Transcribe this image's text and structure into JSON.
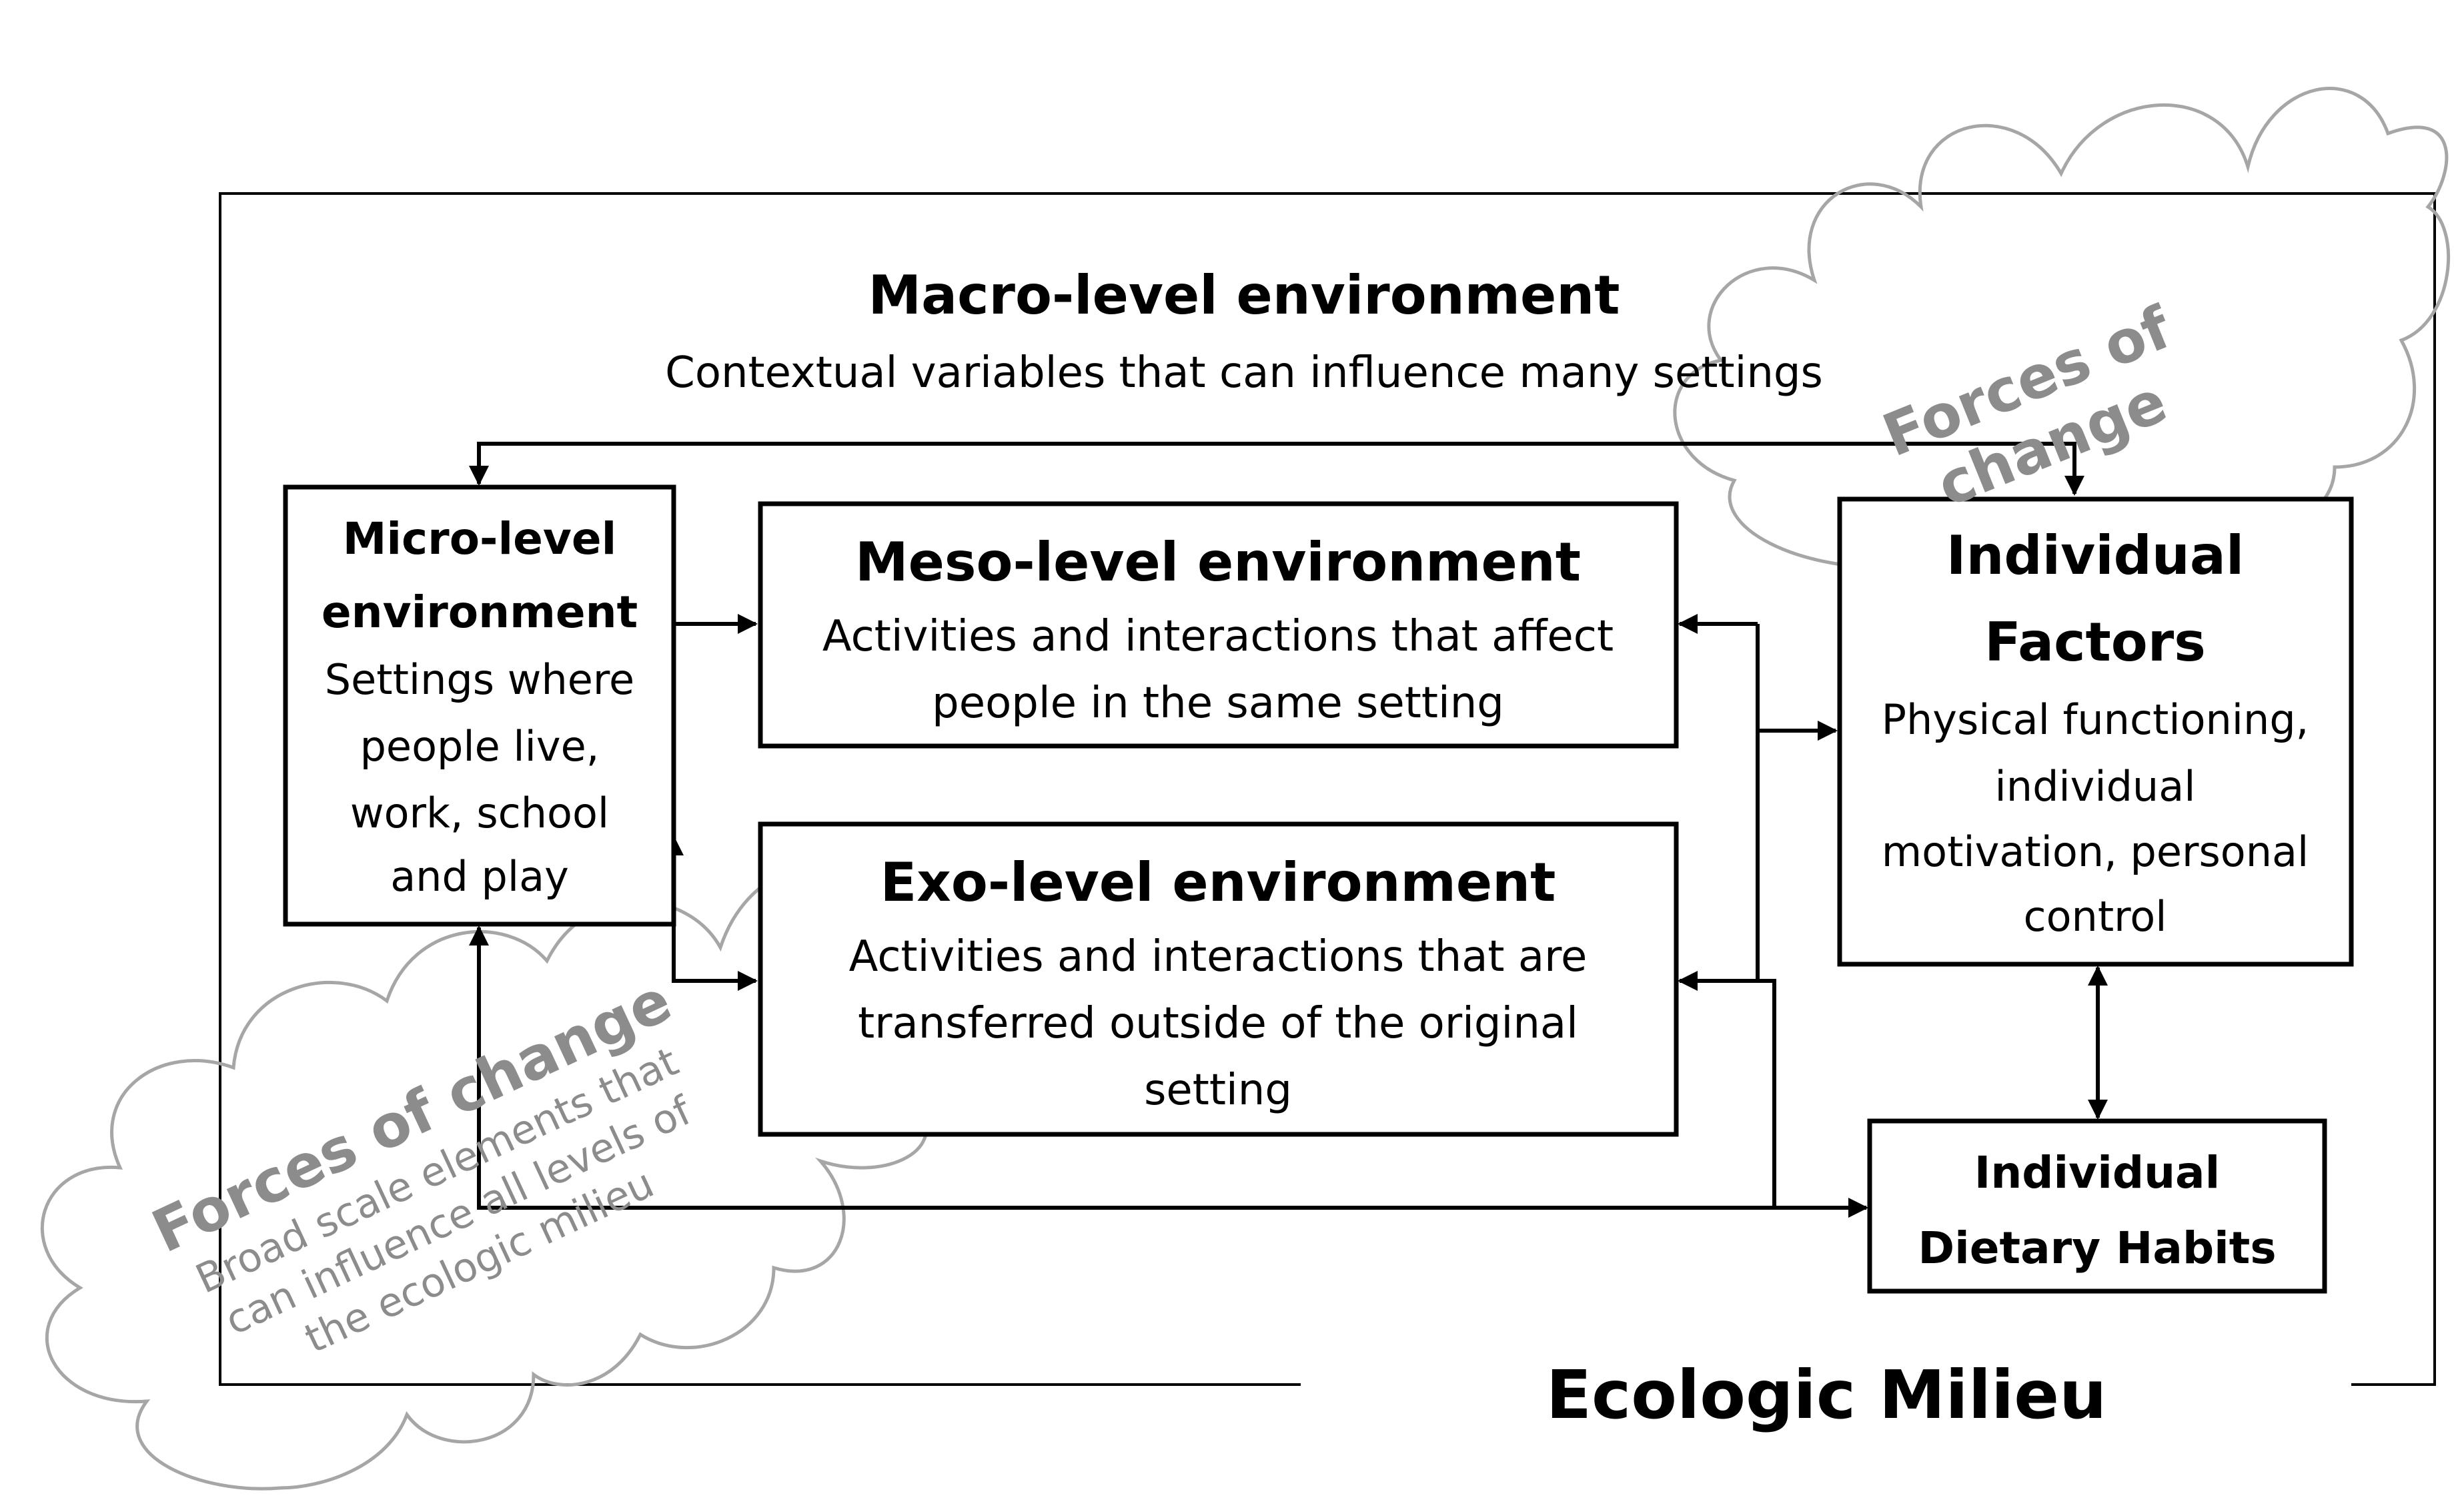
{
  "macro": {
    "title": "Macro-level environment",
    "subtitle": "Contextual variables that can influence many settings"
  },
  "micro": {
    "title_lines": [
      "Micro-level",
      "environment"
    ],
    "body_lines": [
      "Settings where",
      "people live,",
      "work, school",
      "and play"
    ]
  },
  "meso": {
    "title": "Meso-level environment",
    "body_lines": [
      "Activities and interactions that affect",
      "people in the same setting"
    ]
  },
  "exo": {
    "title": "Exo-level environment",
    "body_lines": [
      "Activities and interactions that are",
      "transferred outside of the original",
      "setting"
    ]
  },
  "individual_factors": {
    "title_lines": [
      "Individual",
      "Factors"
    ],
    "body_lines": [
      "Physical functioning,",
      "individual",
      "motivation, personal",
      "control"
    ]
  },
  "dietary": {
    "title_lines": [
      "Individual",
      "Dietary Habits"
    ]
  },
  "forces_top": {
    "title_lines": [
      "Forces of",
      "change"
    ]
  },
  "forces_bottom": {
    "title": "Forces of change",
    "body_lines": [
      "Broad scale elements that",
      "can influence all levels of",
      "the ecologic milieu"
    ]
  },
  "milieu_label": "Ecologic Milieu",
  "colors": {
    "line": "#000000",
    "cloud": "#a6a6a6",
    "forces_text": "#8c8c8c"
  }
}
